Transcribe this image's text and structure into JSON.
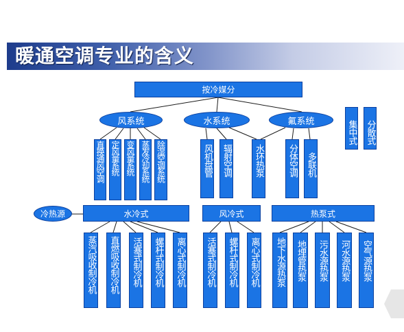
{
  "title": "暖通空调专业的含义",
  "nodes": {
    "refrigerant_media": "按冷媒分",
    "air_system": "风系统",
    "water_system": "水系统",
    "freon_system": "氟系统",
    "centralized": "集中式",
    "decentralized": "分散式",
    "air_children": [
      "直换通风空调",
      "定风量系统",
      "变风量系统",
      "蒸发冷却系统",
      "除湿空调系统"
    ],
    "water_children": [
      "风机盘管",
      "辐射空调"
    ],
    "water_loop_heat_pump": "水环热泵",
    "freon_children": [
      "分体空调",
      "多联机"
    ],
    "cold_heat_source": "冷热源",
    "water_cooled": "水冷式",
    "air_cooled": "风冷式",
    "heat_pump": "热泵式",
    "water_cooled_children": [
      "蒸汽吸收制冷机",
      "直燃吸收制冷机",
      "活塞式制冷机",
      "螺杆式制冷机",
      "离心式制冷机"
    ],
    "air_cooled_children": [
      "活塞式制冷机",
      "螺杆式制冷机",
      "离心式制冷机"
    ],
    "heat_pump_children": [
      "地下水源热泵",
      "地埋管热泵",
      "污水源热泵",
      "河水源热泵",
      "空气源热泵"
    ]
  },
  "colors": {
    "box_fill": "#1b74e4",
    "box_border": "#0a3f9e",
    "line": "#1a1a1a"
  }
}
